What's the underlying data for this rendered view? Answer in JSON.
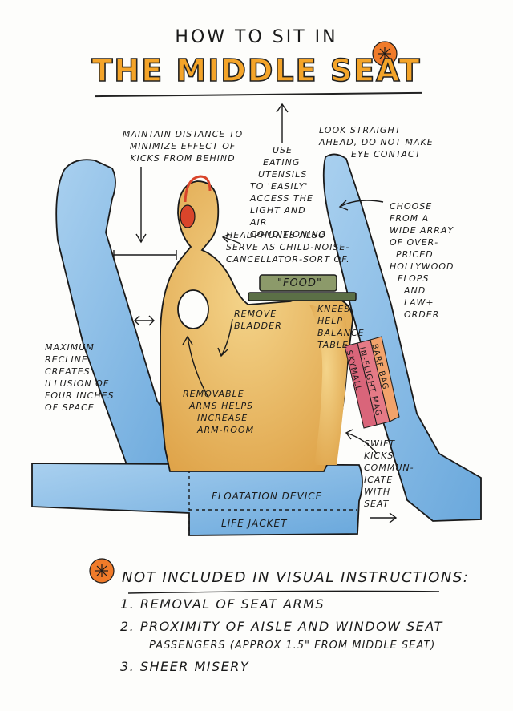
{
  "header": {
    "title_small": "HOW to SIT in",
    "title_big": "THE MIDDLE SEAT"
  },
  "annotations": {
    "maintain_distance": [
      "MAINTAIN DISTANCE to",
      "MINIMIZE EFFECT of",
      "KICKS FROM BEHIND"
    ],
    "use_utensils": [
      "USE",
      "EATING",
      "UTENSILS",
      "to 'EASILY'",
      "ACCESS THE",
      "LIGHT AND",
      "AIR CONDITIONING"
    ],
    "look_straight": [
      "LOOK STRAIGHT",
      "AHEAD, DO NOT MAKE",
      "EYE CONTACT"
    ],
    "choose_films": [
      "CHOOSE",
      "from A",
      "WIDE ARRAY",
      "of OVER-",
      "PRICED",
      "HOLLYWOOD",
      "FLOPS",
      "and",
      "LAW+",
      "ORDER"
    ],
    "headphones": [
      "HEADPHONES ALSO",
      "SERVE AS CHILD-NOISE-",
      "CANCELLATOR-SORT of."
    ],
    "remove_bladder": [
      "REMOVE",
      "BLADDER"
    ],
    "knees": [
      "KNEES",
      "HELP",
      "BALANCE",
      "TABLE"
    ],
    "max_recline": [
      "MAXIMUM",
      "RECLINE",
      "CREATES",
      "ILLUSION of",
      "FOUR INCHES",
      "of SPACE"
    ],
    "removable_arms": [
      "REMOVABLE",
      "ARMS HELPS",
      "INCREASE",
      "ARM-ROOM"
    ],
    "swift_kicks": [
      "SWIFT",
      "KICKS",
      "COMMUN-",
      "ICATE",
      "WITH",
      "SEAT"
    ],
    "flotation": "FLOATATION DEVICE",
    "life_jacket": "LIFE JACKET",
    "food": "\"FOOD\"",
    "books": [
      "SKYMALL",
      "IN-FLIGHT MAG",
      "BARF BAG"
    ]
  },
  "footer": {
    "title": "NOT INCLUDED in VISUAL INSTRUCTIONS:",
    "items": [
      {
        "line1": "1. REMOVAL of SEAT ARMS"
      },
      {
        "line1": "2. PROXIMITY of AISLE and WINDOW SEAT",
        "line2": "PASSENGERS (APPROX 1.5\" from MIDDLE SEAT)"
      },
      {
        "line1": "3. SHEER MISERY"
      }
    ]
  },
  "colors": {
    "seat_blue": "#8fc0e6",
    "seat_blue_dark": "#5f9fd6",
    "person": "#efc36a",
    "person_dark": "#d99a3a",
    "headphones": "#d9452b",
    "orange_badge": "#f07b2a",
    "book_pink": "#e57a86",
    "book_peach": "#f2a36b",
    "book_rose": "#d9657a",
    "tray": "#8c9a6a"
  },
  "icons": {
    "title_badge": "orange-slice-icon",
    "footer_badge": "orange-slice-icon"
  }
}
